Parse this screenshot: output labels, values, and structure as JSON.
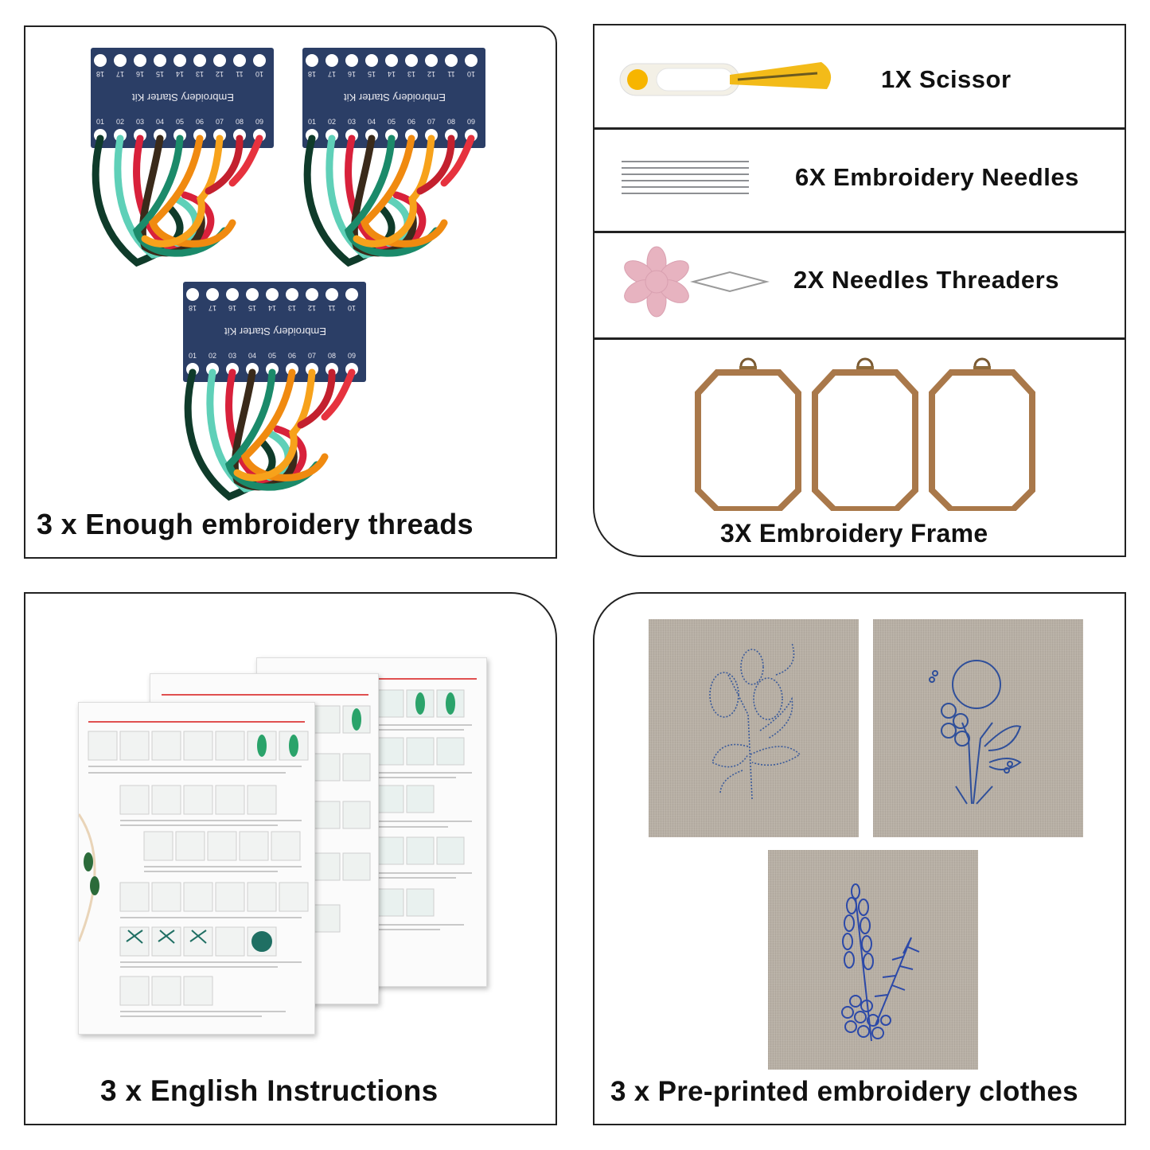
{
  "panels": {
    "threads": {
      "caption": "3 x Enough embroidery threads",
      "card_title": "Embroidery Starter Kit",
      "top_numbers": [
        "18",
        "17",
        "16",
        "15",
        "14",
        "13",
        "12",
        "11",
        "10"
      ],
      "bottom_numbers": [
        "01",
        "02",
        "03",
        "04",
        "05",
        "06",
        "07",
        "08",
        "09"
      ],
      "card_color": "#2b3e66"
    },
    "tools": {
      "items": [
        {
          "label": "1X Scissor",
          "icon": "scissor-icon"
        },
        {
          "label": "6X Embroidery Needles",
          "icon": "needles-icon"
        },
        {
          "label": "2X Needles Threaders",
          "icon": "threader-icon"
        }
      ],
      "frame_caption": "3X Embroidery Frame"
    },
    "instructions": {
      "caption": "3 x English Instructions"
    },
    "clothes": {
      "caption": "3 x Pre-printed embroidery clothes"
    }
  },
  "colors": {
    "border": "#222222",
    "frame_wood": "#a9784a",
    "fabric": "#b8b0a5",
    "pattern_ink": "#2f4f9a"
  }
}
